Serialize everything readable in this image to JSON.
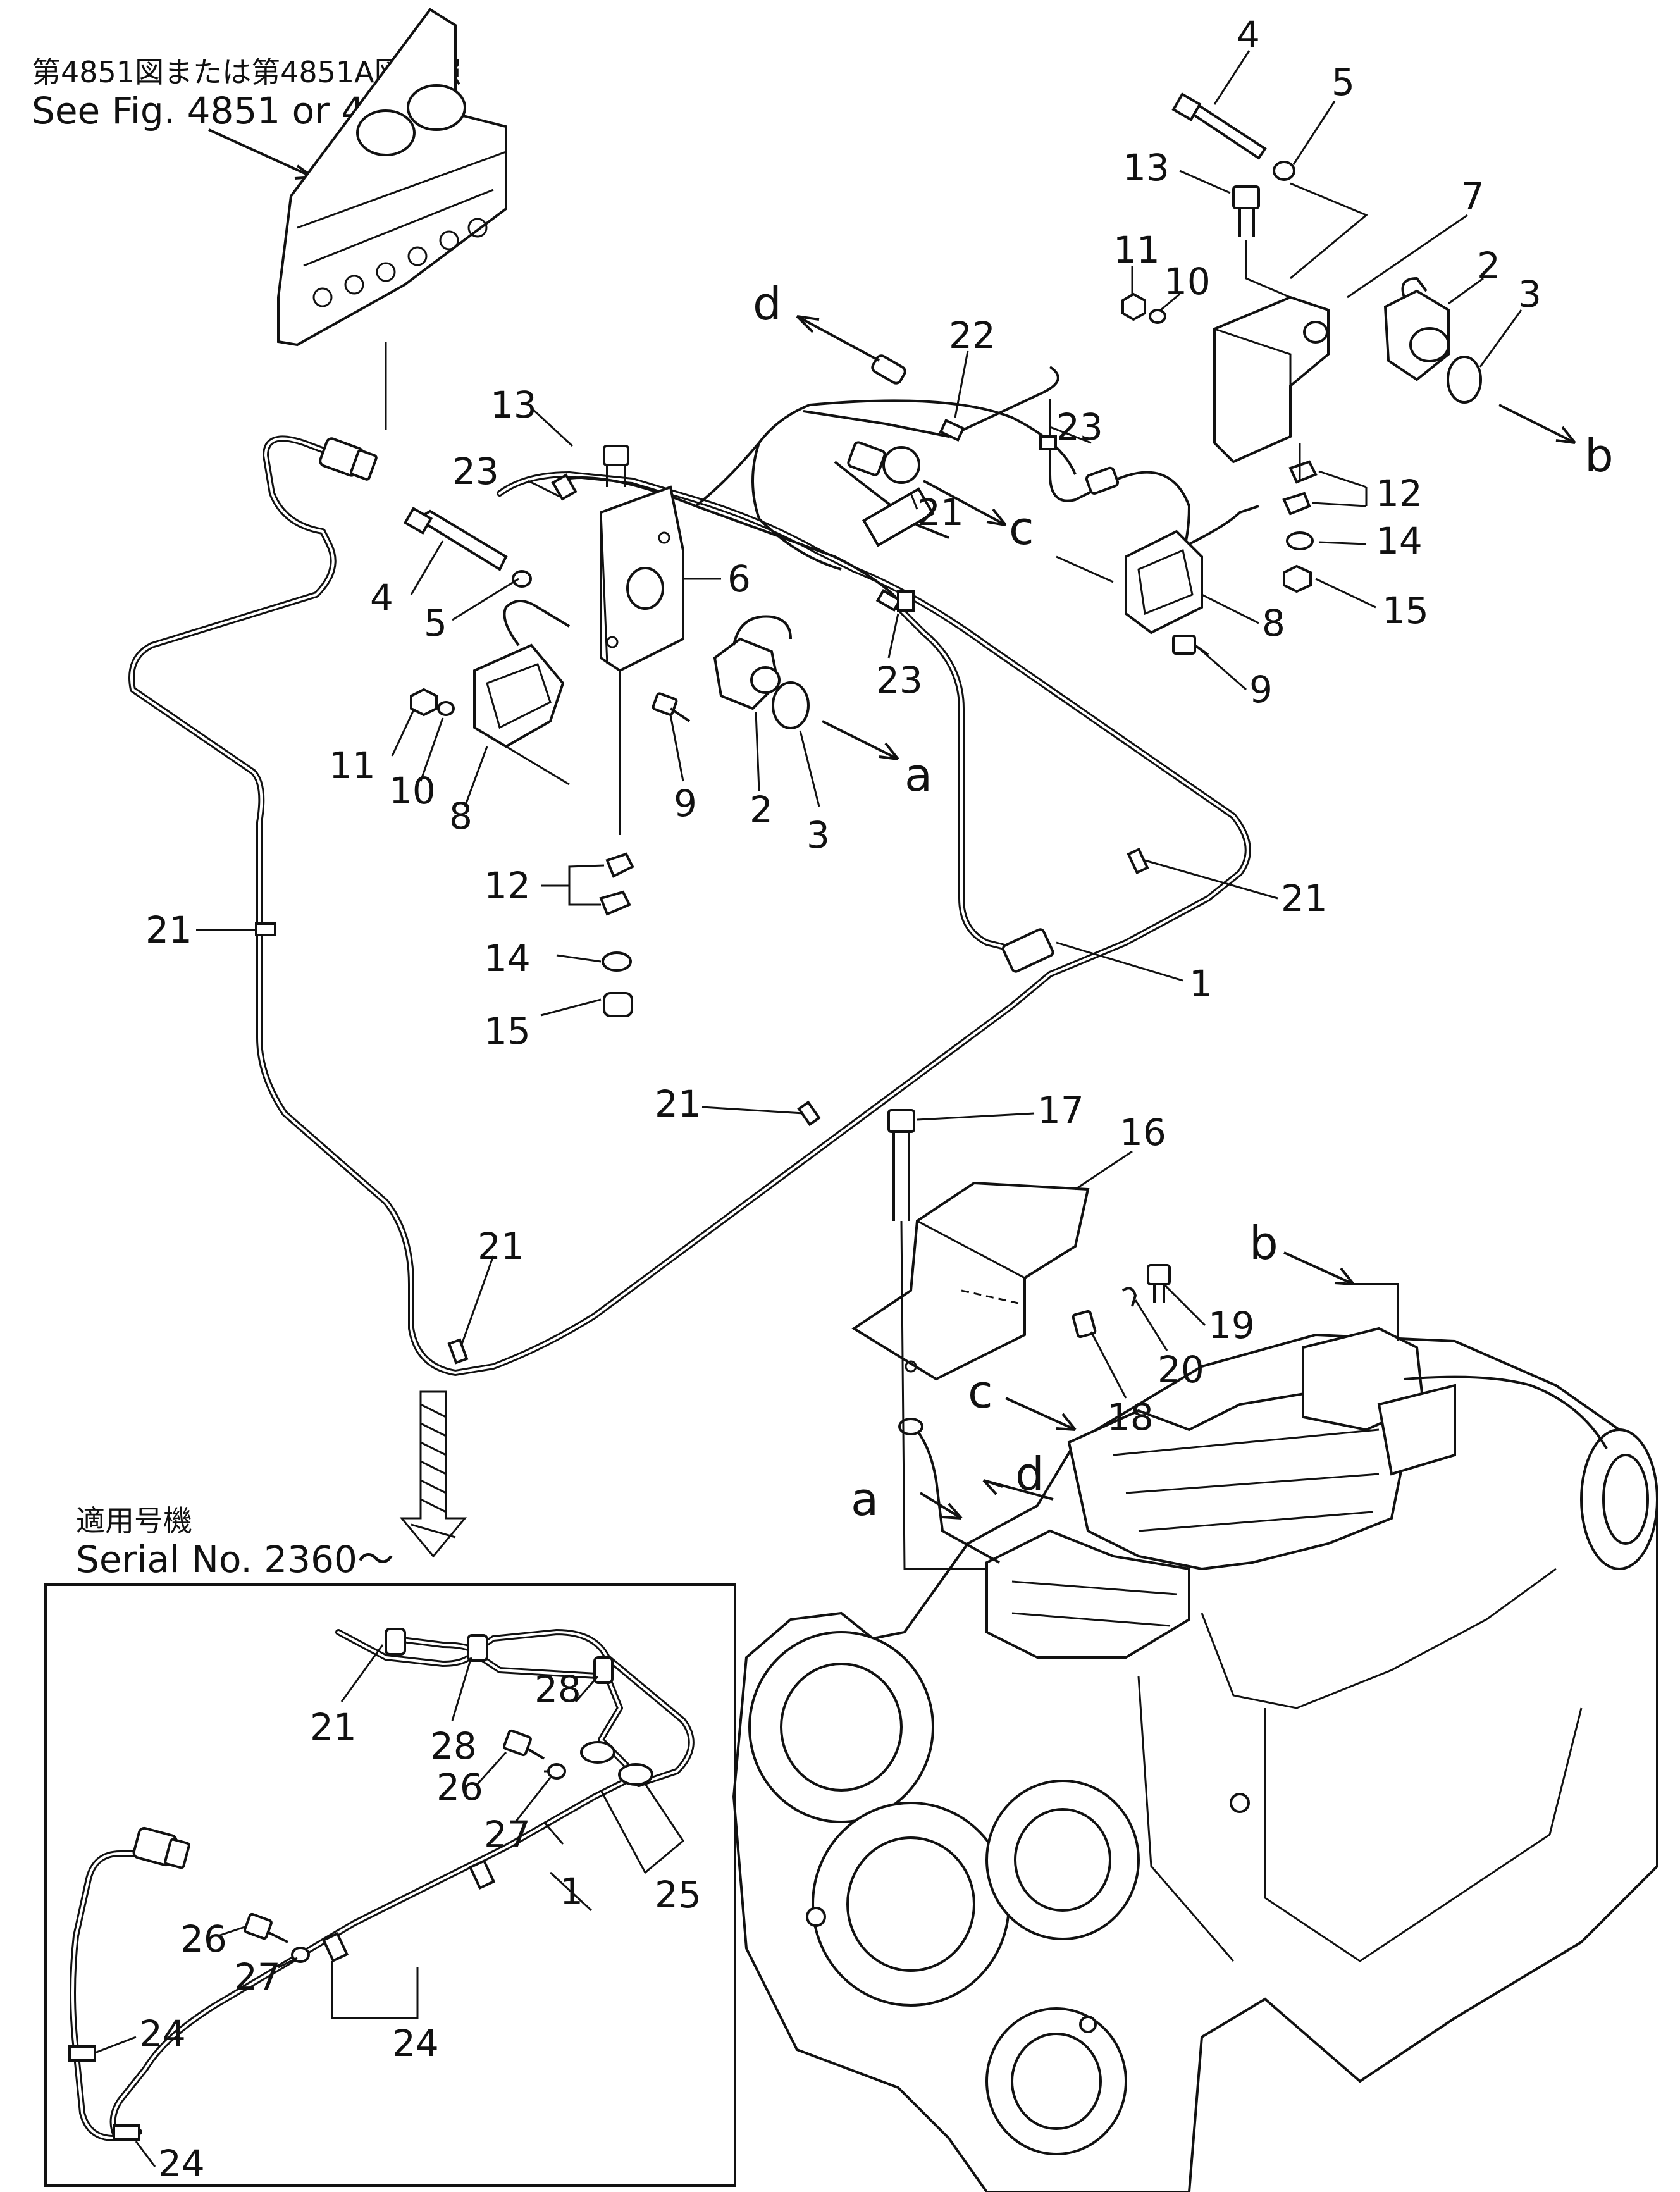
{
  "top_reference": {
    "japanese": "第4851図または第4851A図参照",
    "english": "See Fig. 4851 or 4851A"
  },
  "inset": {
    "title_japanese": "適用号機",
    "serial": "Serial No. 2360〜"
  },
  "callouts": {
    "c4_top": "4",
    "c5_top": "5",
    "c13_top": "13",
    "c7": "7",
    "c11_top": "11",
    "c10_top": "10",
    "c2_top": "2",
    "c3_top": "3",
    "c12_right": "12",
    "c14_right": "14",
    "c15_right": "15",
    "c8_right": "8",
    "c9_right": "9",
    "c22": "22",
    "c23_top": "23",
    "c21_top": "21",
    "c13_mid": "13",
    "c23_mid": "23",
    "c4_mid": "4",
    "c5_mid": "5",
    "c6": "6",
    "c11_mid": "11",
    "c10_mid": "10",
    "c8_mid": "8",
    "c9_mid": "9",
    "c2_mid": "2",
    "c3_mid": "3",
    "c23_low": "23",
    "c12_mid": "12",
    "c14_mid": "14",
    "c15_mid": "15",
    "c21_left": "21",
    "c21_right": "21",
    "c1_main": "1",
    "c21_center": "21",
    "c21_bottom": "21",
    "c17": "17",
    "c16": "16",
    "c18": "18",
    "c19": "19",
    "c20": "20",
    "ins_21": "21",
    "ins_28a": "28",
    "ins_28b": "28",
    "ins_26a": "26",
    "ins_27a": "27",
    "ins_25": "25",
    "ins_1": "1",
    "ins_26b": "26",
    "ins_27b": "27",
    "ins_24a": "24",
    "ins_24b": "24",
    "ins_24c": "24"
  },
  "letters": {
    "d_top": "d",
    "c_top": "c",
    "b_top": "b",
    "a_mid": "a",
    "b_low": "b",
    "c_low": "c",
    "d_low": "d",
    "a_low": "a"
  }
}
